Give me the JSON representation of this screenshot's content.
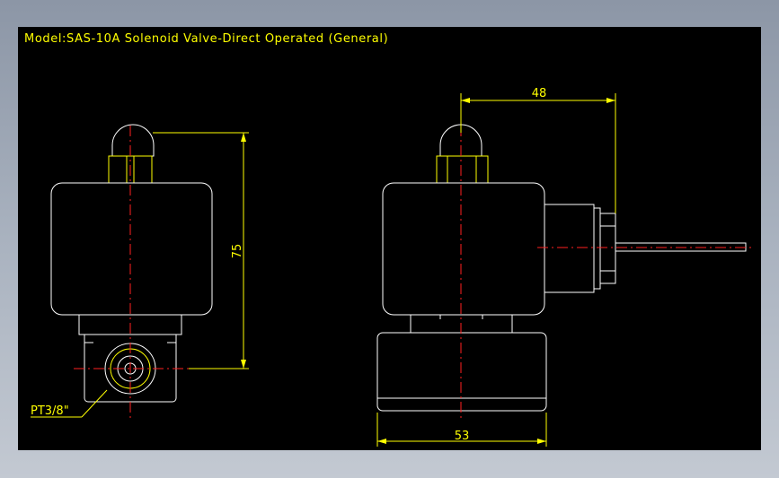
{
  "drawing": {
    "title": "Model:SAS-10A Solenoid Valve-Direct Operated (General)",
    "dimensions": {
      "height": "75",
      "width": "53",
      "connector_offset": "48",
      "port": "PT3/8\""
    },
    "colors": {
      "background": "#000000",
      "outline": "#ffffff",
      "dimension": "#ffff00",
      "centerline": "#ff2020"
    }
  }
}
